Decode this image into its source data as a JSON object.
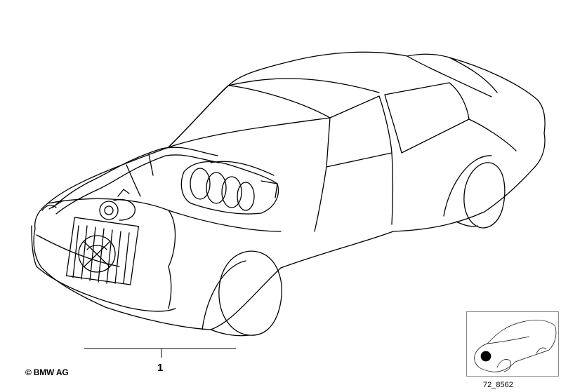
{
  "diagram": {
    "copyright": "© BMW AG",
    "part_callout": "1",
    "diagram_number": "72_8562",
    "colors": {
      "line": "#000000",
      "thumbnail_border": "#8a8a8a",
      "marker": "#000000"
    }
  }
}
